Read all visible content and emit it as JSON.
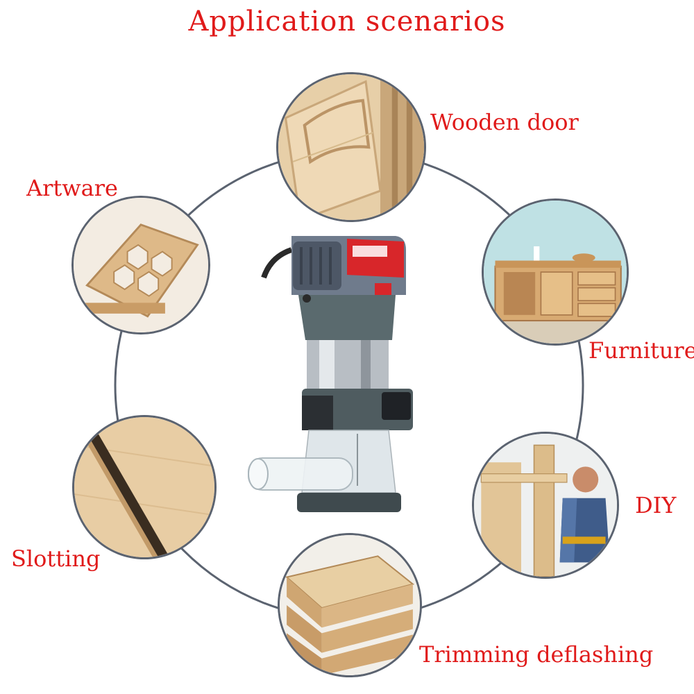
{
  "title": "Application scenarios",
  "scenarios": [
    {
      "label": "Wooden door",
      "icon": "wooden-door-photo"
    },
    {
      "label": "Artware",
      "icon": "artware-photo"
    },
    {
      "label": "Furniture",
      "icon": "furniture-photo"
    },
    {
      "label": "DIY",
      "icon": "diy-photo"
    },
    {
      "label": "Slotting",
      "icon": "slotting-photo"
    },
    {
      "label": "Trimming deflashing",
      "icon": "trimming-photo"
    }
  ],
  "colors": {
    "accent": "#e01a1a",
    "ring": "#5b6370",
    "wood": "#d9b98a"
  }
}
